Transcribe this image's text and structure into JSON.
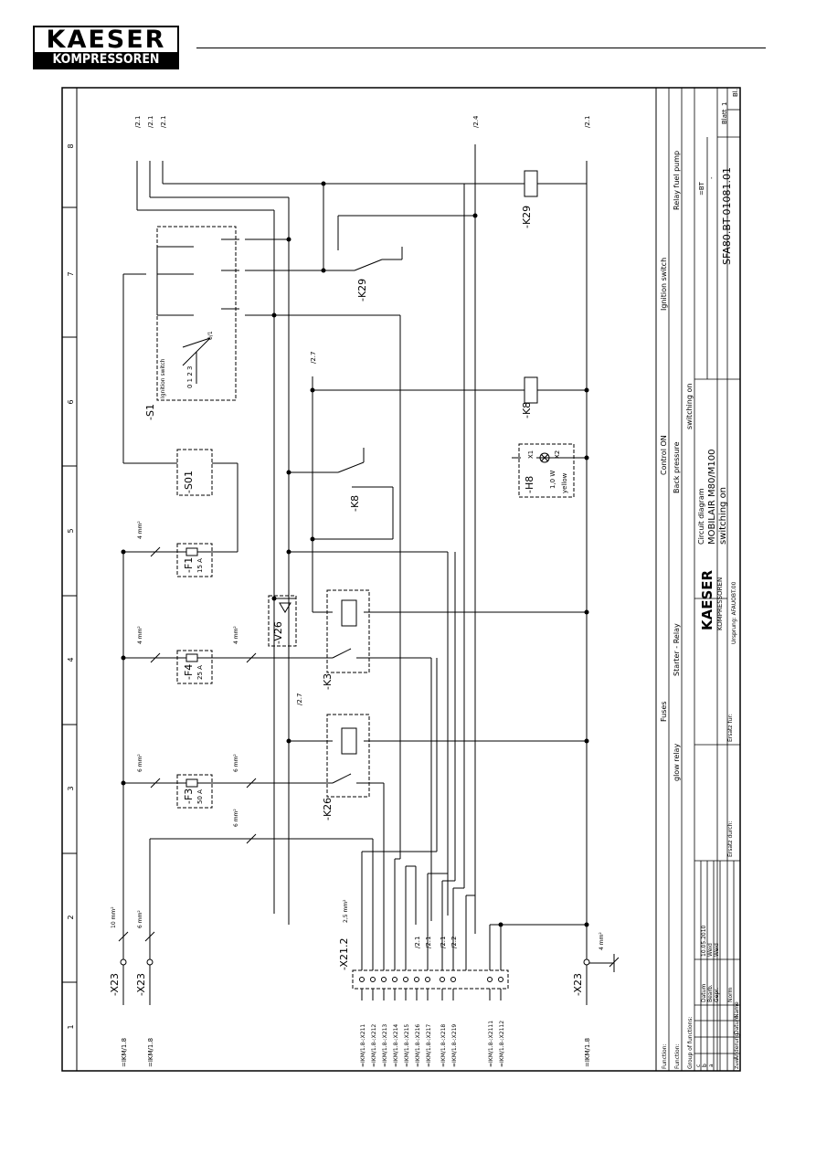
{
  "logo": {
    "brand": "KAESER",
    "sub": "KOMPRESSOREN"
  },
  "grid_cols": [
    "1",
    "2",
    "3",
    "4",
    "5",
    "6",
    "7",
    "8"
  ],
  "titleblock": {
    "brand": "KAESER",
    "brand_sub": "KOMPRESSOREN",
    "title1": "Circuit diagram",
    "title2": "MOBILAIR M80/M100",
    "title3": "switching on",
    "drawing_no": "SFA80.BT-01081.01",
    "eq": "=BT",
    "dash": "-",
    "sheet_label": "Blatt",
    "sheet_no": "1",
    "sheet_of": "Bl.",
    "origin": "Ursprung: AFAUOBT.00",
    "replaced_by": "Ersatz durch:",
    "replacement_for": "Ersatz für:",
    "function": "Function:",
    "function2": "Function:",
    "group": "Group of functions:",
    "date_label": "Datum",
    "date": "10.05.2010",
    "bearb_label": "Bearb.",
    "bearb": "Weid",
    "gepr_label": "Gepr.",
    "gepr": "Weid",
    "norm_label": "Norm",
    "name_label": "Name",
    "datum_label": "Datum",
    "aenderung": "Änderung",
    "rev_a": "a",
    "rev_b": "b",
    "rev_c": "c",
    "zust": "Zust."
  },
  "function_labels": {
    "fuses": "Fuses",
    "control_on": "Control ON",
    "ignition_switch": "Ignition switch",
    "glow_relay": "glow relay",
    "starter_relay": "Starter - Relay",
    "back_pressure": "Back pressure",
    "switching_on": "switching on",
    "relay_fuel_pump": "Relay fuel pump"
  },
  "components": {
    "x23_30": "-X23",
    "x23_19": "-X23",
    "x23_31": "-X23",
    "x21": "-X21.2",
    "f3": "-F3",
    "f3_rating": "50 A",
    "f4": "-F4",
    "f4_rating": "25 A",
    "f1": "-F1",
    "f1_rating": "15 A",
    "s01": "-S01",
    "v26": "-V26",
    "k26": "-K26",
    "k3": "-K3",
    "k8": "-K8",
    "k29": "-K29",
    "h8": "-H8",
    "h8_power": "1,0 W",
    "h8_color": "yellow",
    "h8_x1": "X1",
    "h8_x2": "X2",
    "s1": "-S1",
    "s1_name": "Ignition switch",
    "s1_pos": "0 1 2 3",
    "s1_pos2": "0/1"
  },
  "wires": {
    "w10": "10 mm²",
    "w6": "6 mm²",
    "w4": "4 mm²",
    "w25": "2,5 mm²"
  },
  "x21_terminals": [
    "=IKM/1.8-:X211",
    "=IKM/1.8-:X212",
    "=IKM/1.8-:X213",
    "=IKM/1.8-:X214",
    "=IKM/1.8-:X215",
    "=IKM/1.8-:X216",
    "=IKM/1.8-:X217",
    "=IKM/1.8-:X218",
    "=IKM/1.8-:X219"
  ],
  "x21_terminals2": [
    "=IKM/1.8-:X2111",
    "=IKM/1.8-:X2112"
  ],
  "xrefs": {
    "ikm30": "=IKM/1.8",
    "ikm19": "=IKM/1.8",
    "ikm31": "=IKM/1.8",
    "t15": "/2.1",
    "t50": "/2.1",
    "t19bt": "/2.1",
    "t24": "/2.4",
    "t31bt": "/2.1",
    "t27a": "/2.7",
    "t27b": "/2.7",
    "h0": "/2.1",
    "h18": "/2.1",
    "k18": "/2.1",
    "b6": "/2.2"
  }
}
